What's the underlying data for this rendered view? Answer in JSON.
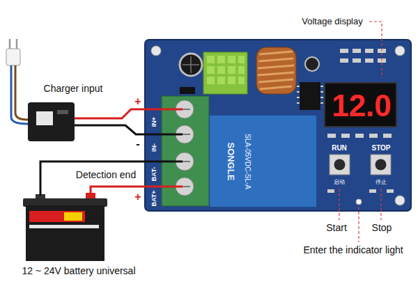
{
  "diagram": {
    "nodes": [
      {
        "text": [
          "IN+",
          "IN-",
          "BAT-",
          "BAT+",
          "RUN",
          "STOP",
          "启动",
          "停止"
        ]
      },
      {
        "text": [
          "12.0"
        ],
        "in": 0
      },
      {
        "text": [
          "SONGLE",
          "SLA-05VDC-SL-A"
        ],
        "in": 0
      }
    ],
    "labels": [
      "Voltage display",
      "Charger input",
      "Detection end",
      "12 ~ 24V battery universal",
      "Start",
      "Stop",
      "Enter the indicator light",
      "+",
      "-",
      "+"
    ]
  }
}
